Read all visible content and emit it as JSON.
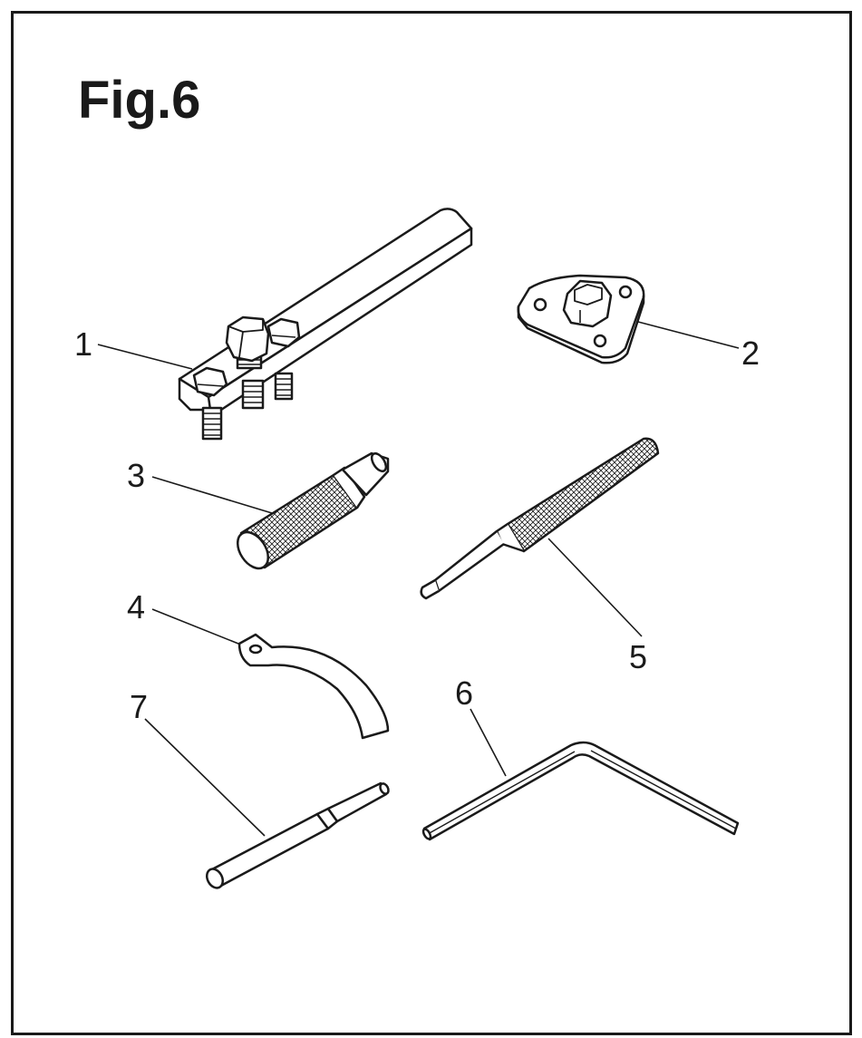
{
  "figure": {
    "title": "Fig.6",
    "callouts": [
      {
        "id": "1",
        "label": "1"
      },
      {
        "id": "2",
        "label": "2"
      },
      {
        "id": "3",
        "label": "3"
      },
      {
        "id": "4",
        "label": "4"
      },
      {
        "id": "5",
        "label": "5"
      },
      {
        "id": "6",
        "label": "6"
      },
      {
        "id": "7",
        "label": "7"
      }
    ]
  }
}
